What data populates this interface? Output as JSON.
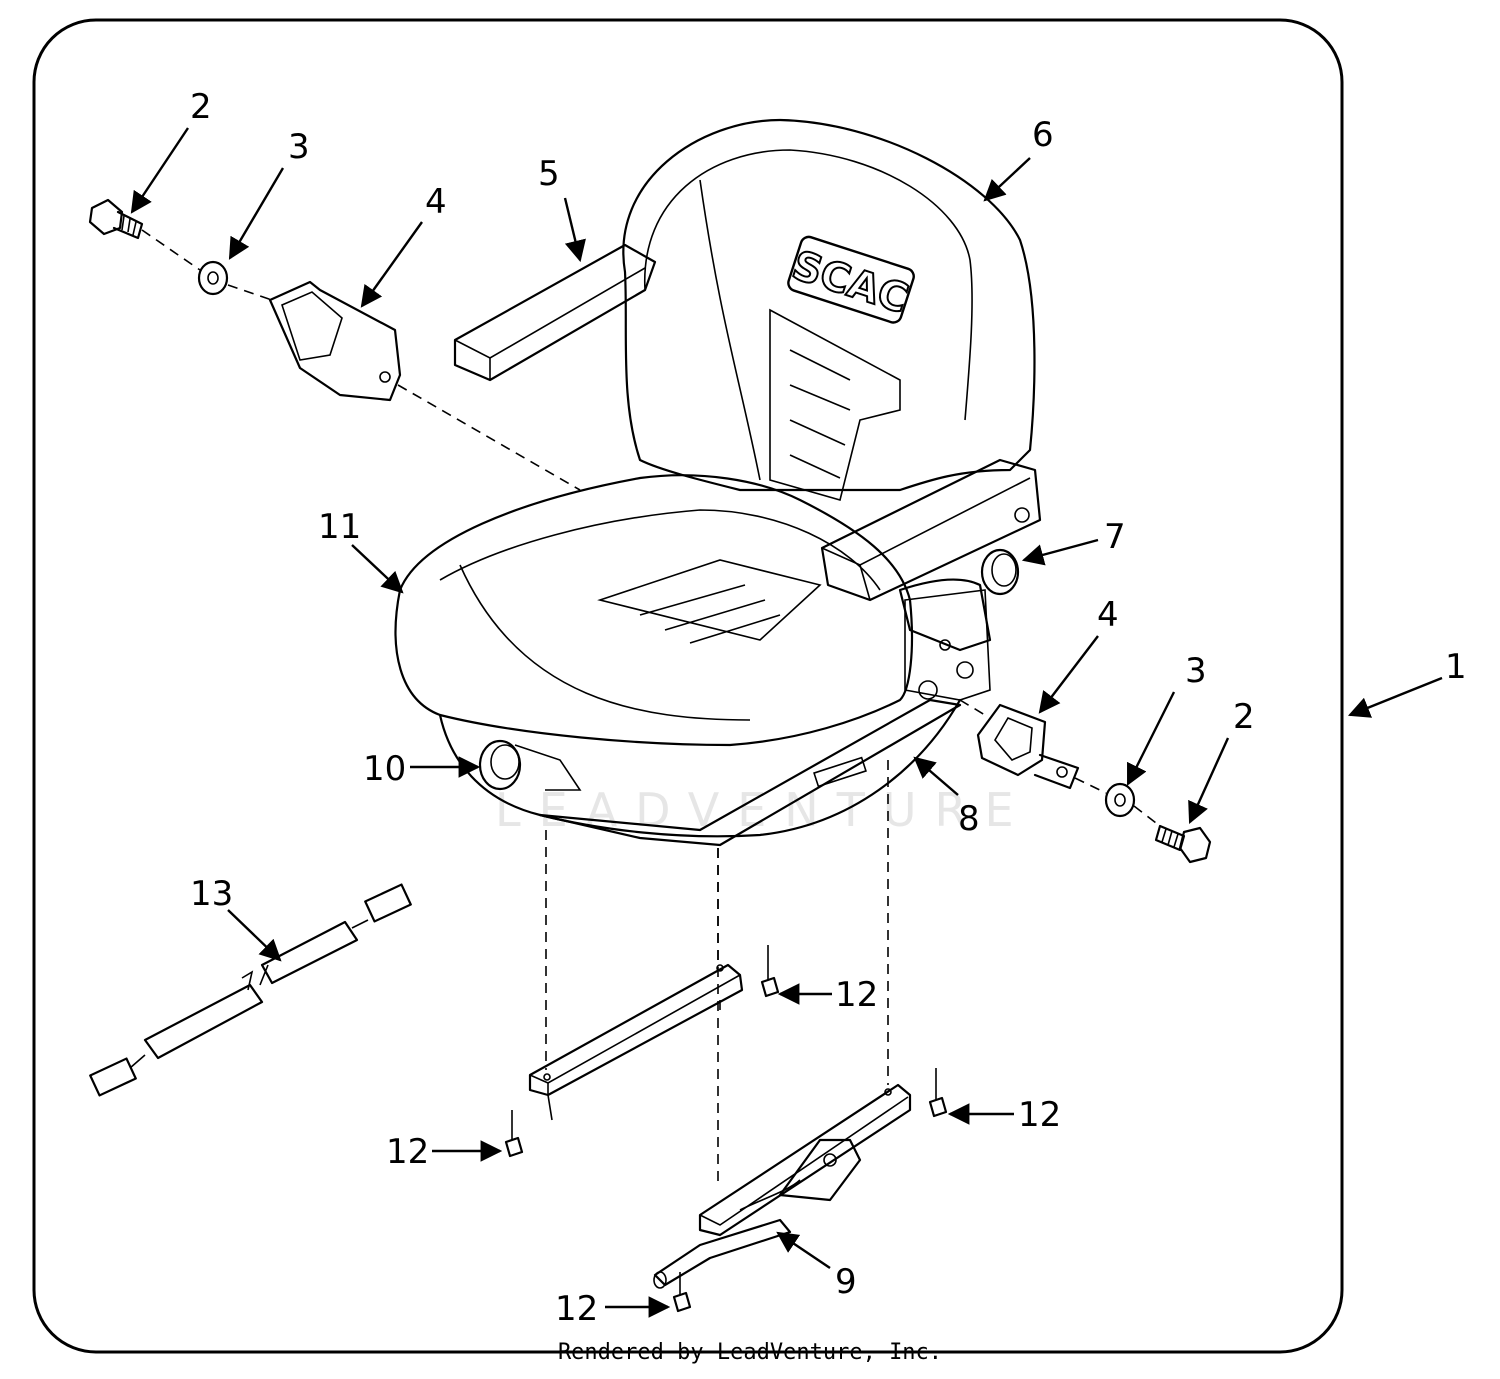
{
  "diagram": {
    "brand_logo": "SCAC",
    "watermark": "LEADVENTURE",
    "footer": "Rendered by LeadVenture, Inc.",
    "callouts": {
      "c1": "1",
      "c2a": "2",
      "c2b": "2",
      "c3a": "3",
      "c3b": "3",
      "c4a": "4",
      "c4b": "4",
      "c5": "5",
      "c6": "6",
      "c7": "7",
      "c8": "8",
      "c9": "9",
      "c10": "10",
      "c11": "11",
      "c12a": "12",
      "c12b": "12",
      "c12c": "12",
      "c12d": "12",
      "c13": "13"
    }
  }
}
